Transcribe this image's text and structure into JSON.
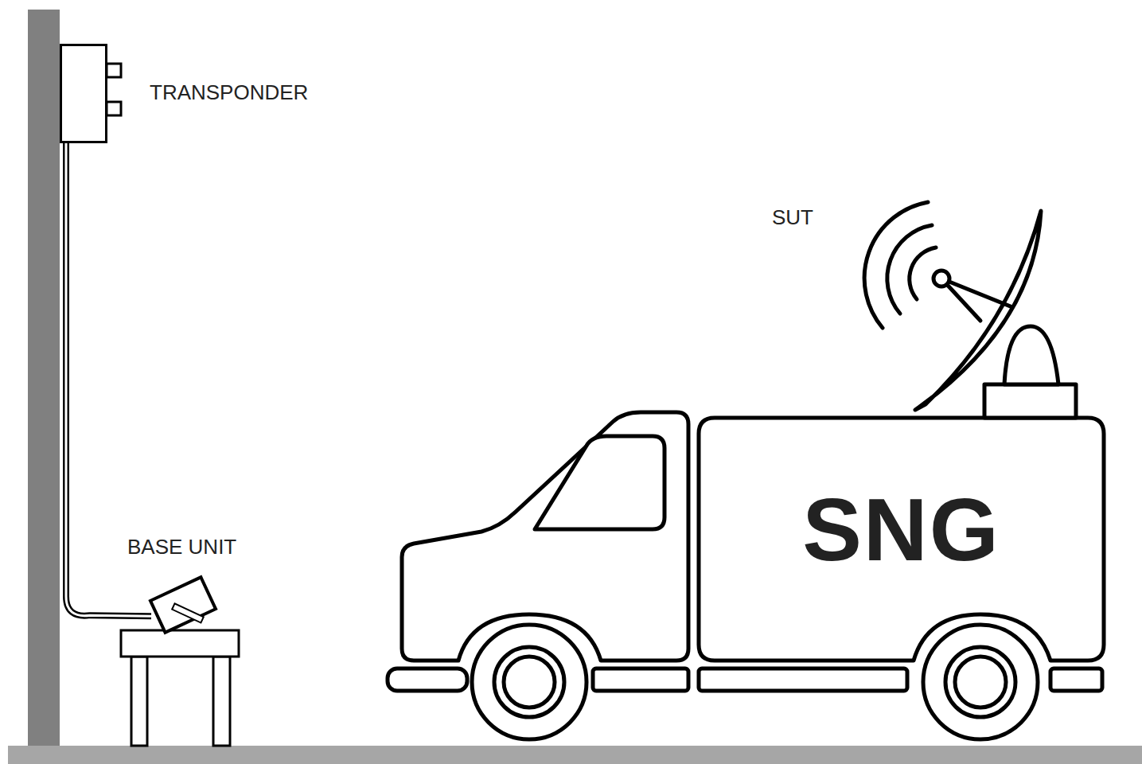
{
  "diagram": {
    "nodes": [
      {
        "text": [
          "TRANSPONDER"
        ]
      },
      {
        "text": [
          "BASE UNIT"
        ]
      },
      {
        "text": [
          "SNG"
        ]
      }
    ],
    "edges": [
      {
        "from": 0,
        "to": 1,
        "arrow": "none"
      }
    ],
    "labels": [
      "SUT"
    ]
  }
}
